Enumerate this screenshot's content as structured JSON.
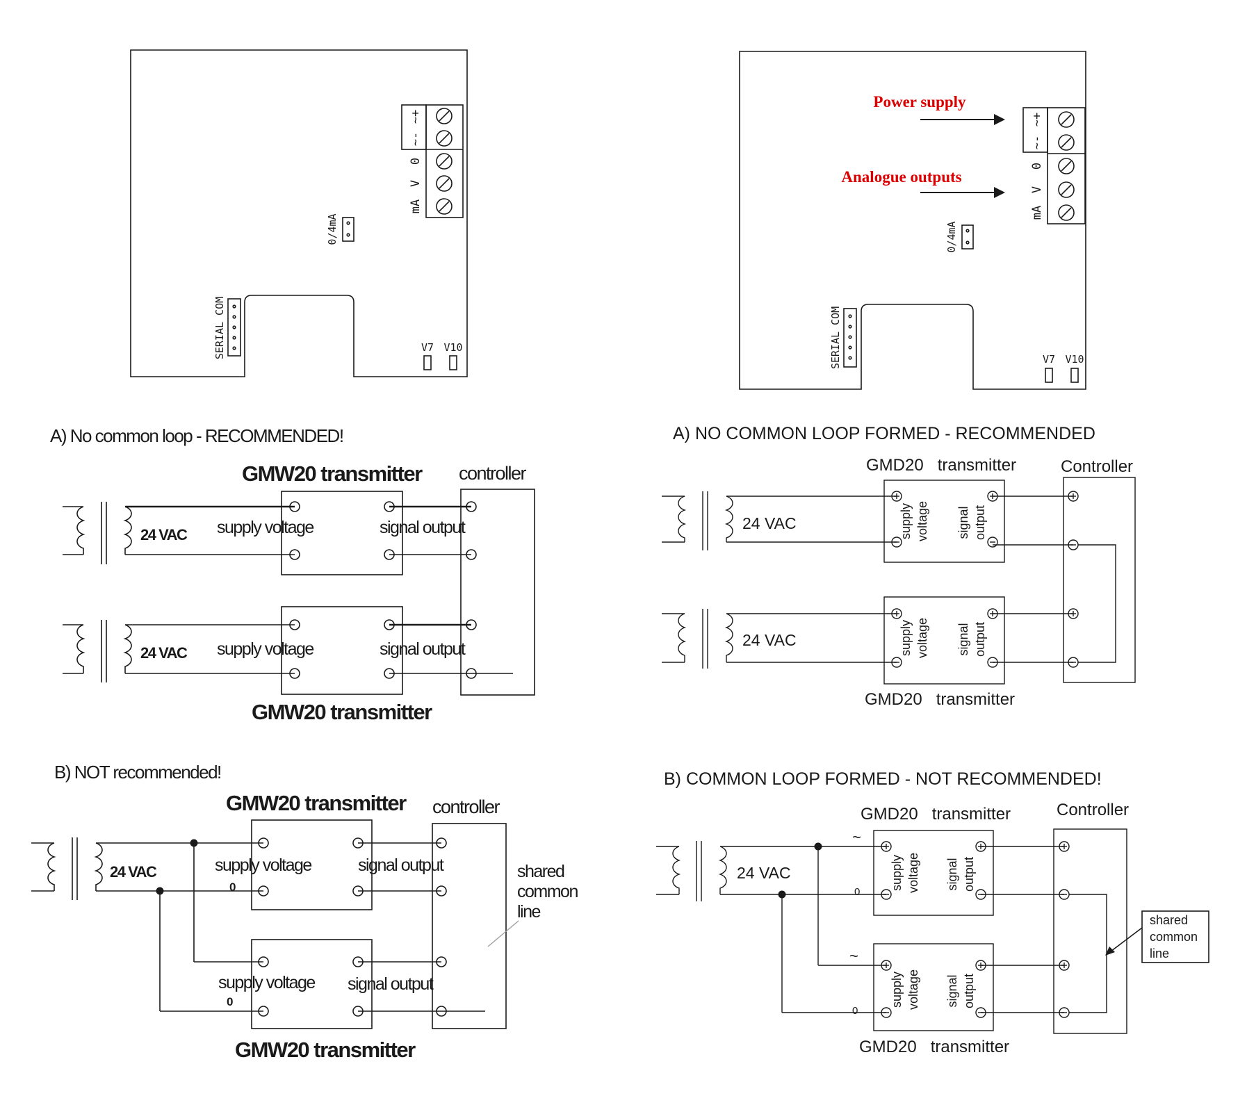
{
  "colors": {
    "ink": "#1a1a1a",
    "accent": "#dd0000",
    "paper": "#ffffff"
  },
  "boards": {
    "terminal_plus": "~+",
    "terminal_minus": "~-",
    "terminal_zero": "0",
    "terminal_v": "V",
    "terminal_ma": "mA",
    "jumper_label": "0/4mA",
    "serial_label": "SERIAL COM",
    "led_v7": "V7",
    "led_v10": "V10",
    "power_supply_label": "Power supply",
    "analogue_outputs_label": "Analogue outputs"
  },
  "left_a": {
    "heading": "A) No common loop - RECOMMENDED!",
    "top_transmitter": "GMW20 transmitter",
    "bottom_transmitter": "GMW20 transmitter",
    "controller": "controller",
    "vac": "24 VAC",
    "supply_voltage": "supply voltage",
    "signal_output": "signal output"
  },
  "left_b": {
    "heading": "B)  NOT recommended!",
    "top_transmitter": "GMW20 transmitter",
    "bottom_transmitter": "GMW20 transmitter",
    "controller": "controller",
    "vac": "24 VAC",
    "supply_voltage": "supply voltage",
    "signal_output": "signal output",
    "zero": "0",
    "shared_line_1": "shared",
    "shared_line_2": "common",
    "shared_line_3": "line"
  },
  "right_a": {
    "heading": "A) NO COMMON LOOP FORMED - RECOMMENDED",
    "transmitter": "GMD20   transmitter",
    "controller": "Controller",
    "vac": "24 VAC",
    "supply_1": "supply",
    "supply_2": "voltage",
    "signal_1": "signal",
    "signal_2": "output"
  },
  "right_b": {
    "heading": "B) COMMON LOOP FORMED - NOT RECOMMENDED!",
    "transmitter": "GMD20   transmitter",
    "controller": "Controller",
    "vac": "24 VAC",
    "supply_1": "supply",
    "supply_2": "voltage",
    "signal_1": "signal",
    "signal_2": "output",
    "tilde": "~",
    "zero": "0",
    "shared_line_1": "shared",
    "shared_line_2": "common",
    "shared_line_3": "line"
  }
}
